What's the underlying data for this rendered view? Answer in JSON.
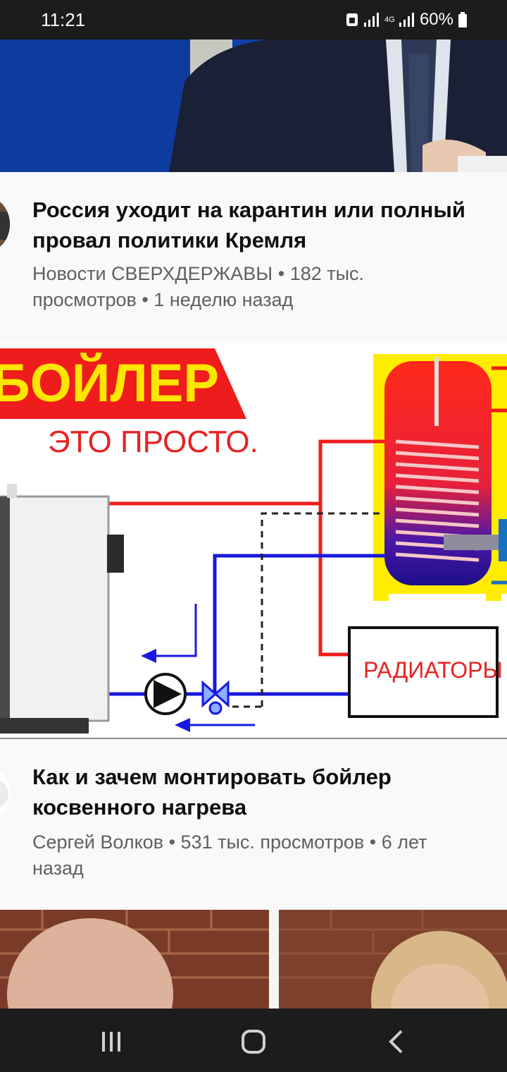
{
  "status_bar": {
    "time": "11:21",
    "network": "4G",
    "battery": "60%"
  },
  "videos": [
    {
      "title": "",
      "channel": "",
      "views": "",
      "age": ""
    },
    {
      "title": "Россия уходит на карантин или полный\nпровал политики Кремля",
      "channel": "Новости СВЕРХДЕРЖАВЫ",
      "views": "182 тыс.",
      "views_unit": "просмотров",
      "age": "1 неделю назад"
    },
    {
      "thumbnail": {
        "headline": "БОЙЛЕР",
        "subline": "ЭТО ПРОСТО.",
        "box_label": "РАДИАТОРЫ"
      },
      "title": "Как и зачем монтировать бойлер\nкосвенного нагрева",
      "channel": "Сергей Волков",
      "views": "531 тыс. просмотров",
      "age": "6 лет",
      "age_rest": "назад"
    }
  ],
  "nav": {
    "recents": "recents-icon",
    "home": "home-icon",
    "back": "back-icon"
  }
}
